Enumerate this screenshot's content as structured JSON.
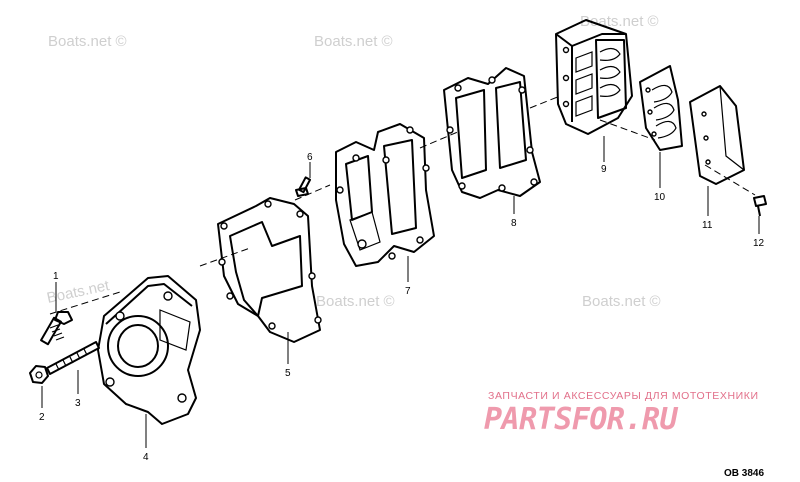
{
  "diagram": {
    "callouts": [
      "1",
      "2",
      "3",
      "4",
      "5",
      "6",
      "7",
      "8",
      "9",
      "10",
      "11",
      "12"
    ],
    "reference_code": "OB 3846",
    "colors": {
      "line": "#000000",
      "watermark": "#cfcfcf",
      "brand": "#ef9aad"
    }
  },
  "watermarks": {
    "text": "Boats.net ©",
    "text_no_symbol": "Boats.net"
  },
  "brand": {
    "caption": "ЗАПЧАСТИ И АКСЕССУАРЫ ДЛЯ МОТОТЕХНИКИ",
    "logo": "PARTSFOR.RU"
  }
}
